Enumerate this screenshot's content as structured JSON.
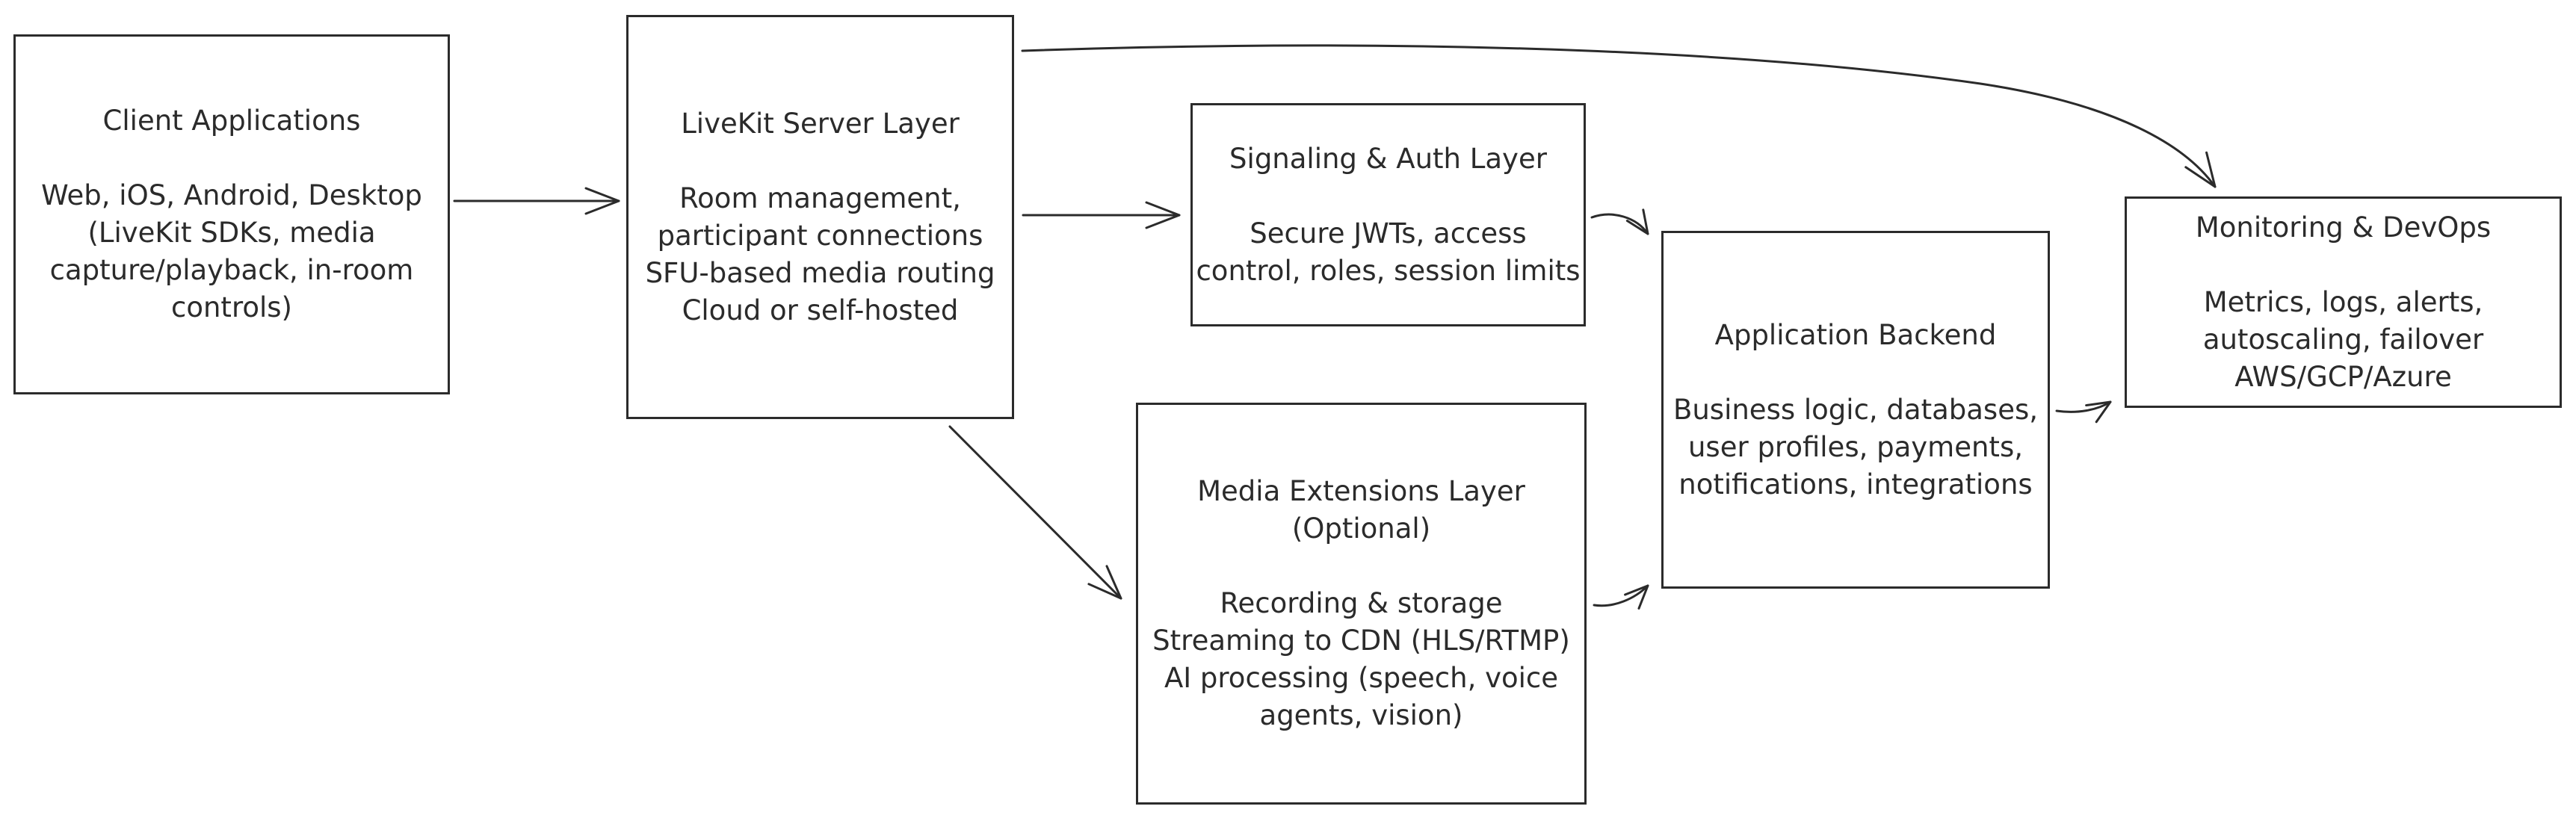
{
  "canvas": {
    "background_color": "#ffffff",
    "ink_color": "#2b2b2b"
  },
  "diagram": {
    "nodes": [
      {
        "id": "client-applications",
        "title": "Client Applications",
        "body": "Web, iOS, Android, Desktop\n(LiveKit SDKs, media\ncapture/playback, in-room\ncontrols)"
      },
      {
        "id": "livekit-server-layer",
        "title": "LiveKit Server Layer",
        "body": "Room management,\nparticipant connections\nSFU-based media routing\nCloud or self-hosted"
      },
      {
        "id": "signaling-auth-layer",
        "title": "Signaling & Auth Layer",
        "body": "Secure JWTs, access\ncontrol, roles, session limits"
      },
      {
        "id": "media-extensions-layer",
        "title": "Media Extensions Layer\n(Optional)",
        "body": "Recording & storage\nStreaming to CDN (HLS/RTMP)\nAI processing (speech, voice\nagents, vision)"
      },
      {
        "id": "application-backend",
        "title": "Application Backend",
        "body": "Business logic, databases,\nuser profiles, payments,\nnotifications, integrations"
      },
      {
        "id": "monitoring-devops",
        "title": "Monitoring & DevOps",
        "body": "Metrics, logs, alerts,\nautoscaling, failover\nAWS/GCP/Azure"
      }
    ],
    "edges": [
      {
        "from": "client-applications",
        "to": "livekit-server-layer",
        "style": "straight"
      },
      {
        "from": "livekit-server-layer",
        "to": "signaling-auth-layer",
        "style": "straight"
      },
      {
        "from": "livekit-server-layer",
        "to": "media-extensions-layer",
        "style": "straight-diagonal"
      },
      {
        "from": "livekit-server-layer",
        "to": "monitoring-devops",
        "style": "long-curve"
      },
      {
        "from": "signaling-auth-layer",
        "to": "application-backend",
        "style": "short-curve"
      },
      {
        "from": "media-extensions-layer",
        "to": "application-backend",
        "style": "short-curve"
      },
      {
        "from": "application-backend",
        "to": "monitoring-devops",
        "style": "short-curve"
      }
    ]
  }
}
